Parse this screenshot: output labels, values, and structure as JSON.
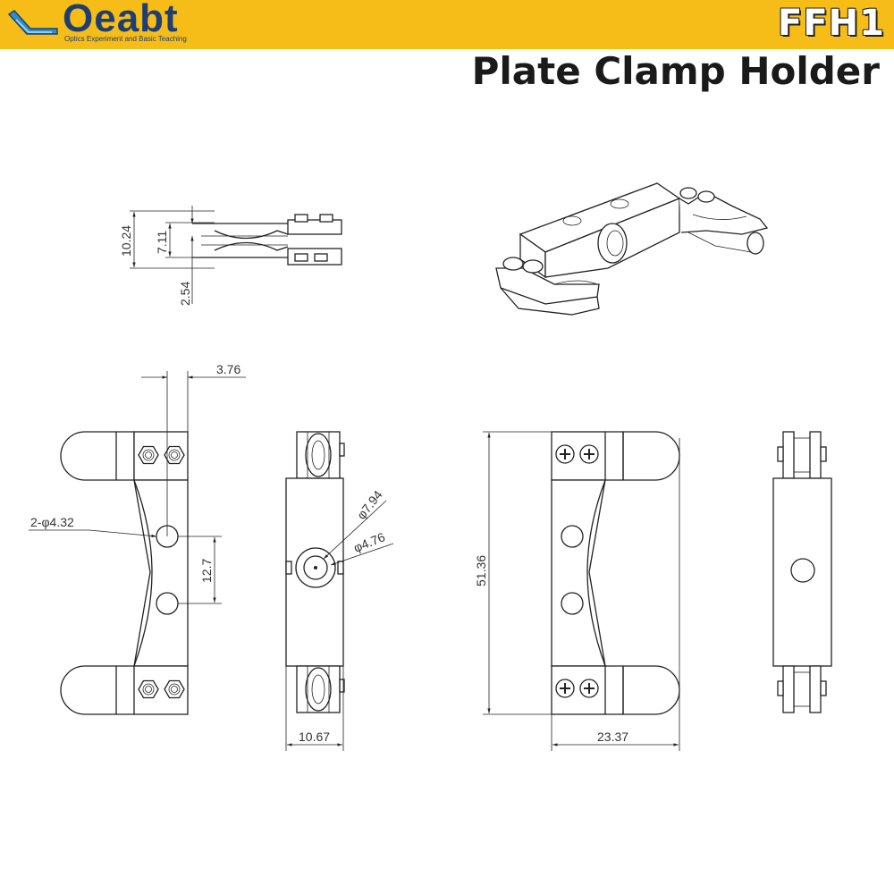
{
  "brand": {
    "name": "Oeabt",
    "tagline": "Optics Experiment and Basic Teaching",
    "color": "#1f3f72"
  },
  "banner": {
    "color": "#f6bd19"
  },
  "product": {
    "model": "FFH1",
    "title": "Plate Clamp Holder"
  },
  "dimensions": {
    "top_height": "10.24",
    "top_gap": "7.11",
    "top_offset": "2.54",
    "hole_offset": "3.76",
    "hole_spec": "2-φ4.32",
    "hole_spacing": "12.7",
    "counterbore": "φ7.94",
    "bore": "φ4.76",
    "side_width": "10.67",
    "overall_length": "51.36",
    "overall_width": "23.37"
  }
}
